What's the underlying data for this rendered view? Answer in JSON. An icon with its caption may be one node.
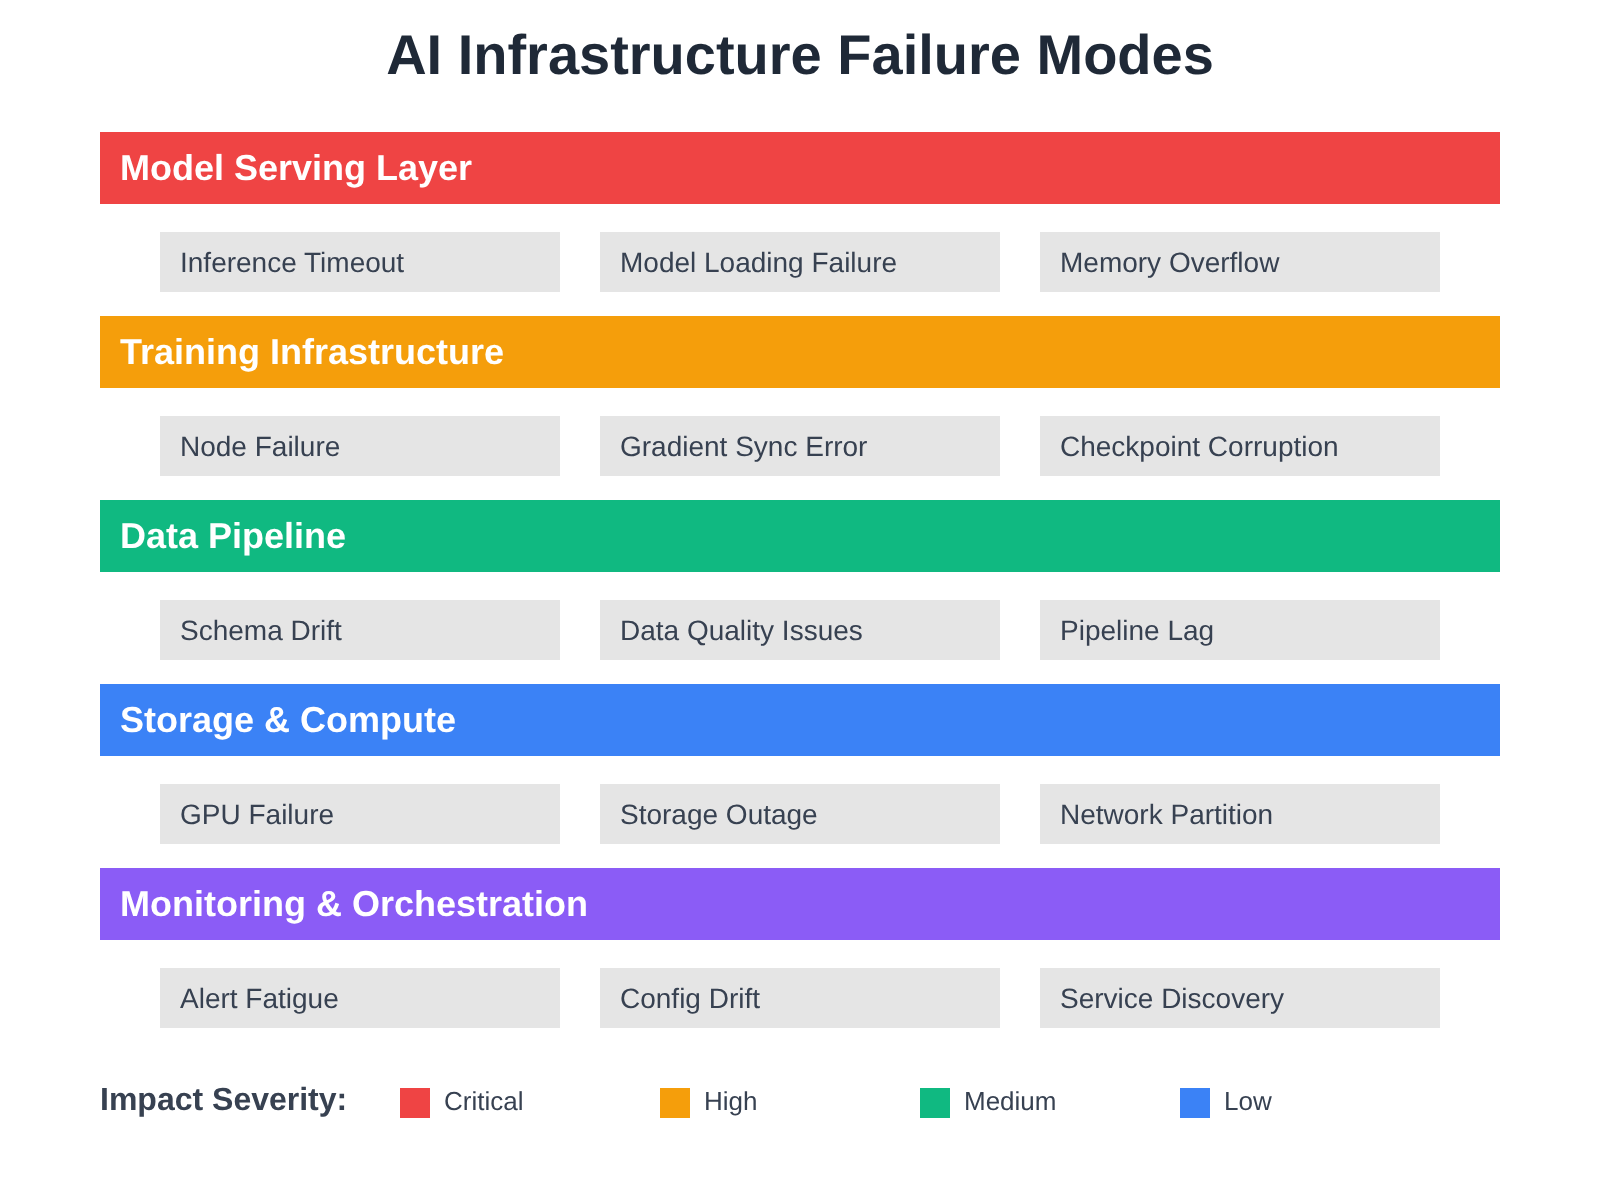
{
  "diagram": {
    "title": "AI Infrastructure Failure Modes",
    "nodes": [
      {
        "text": [
          "Model Serving Layer"
        ]
      },
      {
        "text": [
          "Inference Timeout"
        ]
      },
      {
        "text": [
          "Model Loading Failure"
        ]
      },
      {
        "text": [
          "Memory Overflow"
        ]
      },
      {
        "text": [
          "Training Infrastructure"
        ]
      },
      {
        "text": [
          "Node Failure"
        ]
      },
      {
        "text": [
          "Gradient Sync Error"
        ]
      },
      {
        "text": [
          "Checkpoint Corruption"
        ]
      },
      {
        "text": [
          "Data Pipeline"
        ]
      },
      {
        "text": [
          "Schema Drift"
        ]
      },
      {
        "text": [
          "Data Quality Issues"
        ]
      },
      {
        "text": [
          "Pipeline Lag"
        ]
      },
      {
        "text": [
          "Storage & Compute"
        ]
      },
      {
        "text": [
          "GPU Failure"
        ]
      },
      {
        "text": [
          "Storage Outage"
        ]
      },
      {
        "text": [
          "Network Partition"
        ]
      },
      {
        "text": [
          "Monitoring & Orchestration"
        ]
      },
      {
        "text": [
          "Alert Fatigue"
        ]
      },
      {
        "text": [
          "Config Drift"
        ]
      },
      {
        "text": [
          "Service Discovery"
        ]
      }
    ],
    "edges": [],
    "labels": [
      "Impact Severity:"
    ],
    "legend": [
      {
        "text": "Critical",
        "color": "#ef4444"
      },
      {
        "text": "High",
        "color": "#f59e0b"
      },
      {
        "text": "Medium",
        "color": "#10b981"
      },
      {
        "text": "Low",
        "color": "#3b82f6"
      }
    ]
  }
}
